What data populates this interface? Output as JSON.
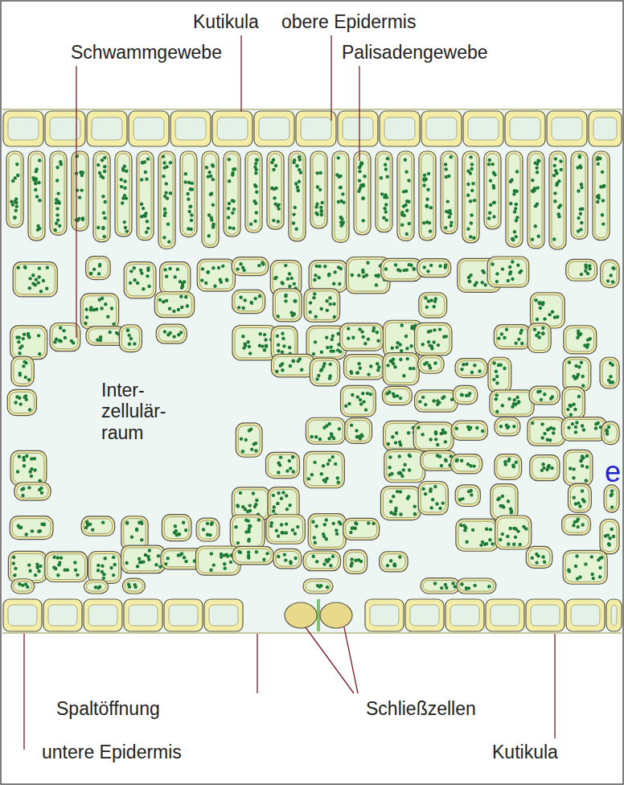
{
  "diagram": {
    "labels": [
      "Kutikula",
      "obere Epidermis",
      "Schwammgewebe",
      "Palisadengewebe",
      "Inter- zellulär- raum",
      "e",
      "Spaltöffnung",
      "Schließzellen",
      "untere Epidermis",
      "Kutikula"
    ]
  }
}
